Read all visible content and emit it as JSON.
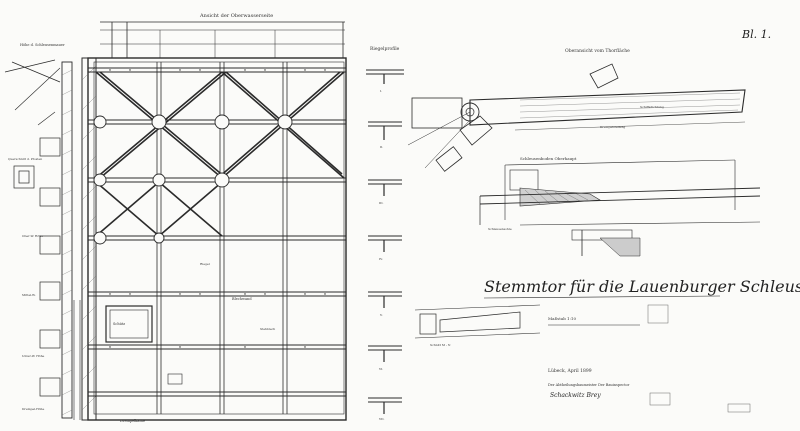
{
  "sheet": {
    "number": "Bl. 1.",
    "title": "Stemmtor für die Lauenburger Schleuse",
    "scale_note": "Maßstab 1:10",
    "place_date": "Lübeck,  April 1899",
    "signature_office": "Der Abtheilungsbaumeister   Der Bauinspector",
    "signature_names": "Schackwitz        Brey"
  },
  "views": {
    "elevation": "Ansicht der Ober­wasserseite",
    "section_left": "Querschnitt",
    "profiles": "Riegelprofile",
    "upper_view": "Oberansicht vom Thorfläche",
    "lower_view": "Schleusenboden Oberhaupt"
  },
  "colors": {
    "ink": "#2b2b2b",
    "faint_ink": "#7a7a7a",
    "paper": "#fbfbf9",
    "wood_hatch": "#555555"
  }
}
